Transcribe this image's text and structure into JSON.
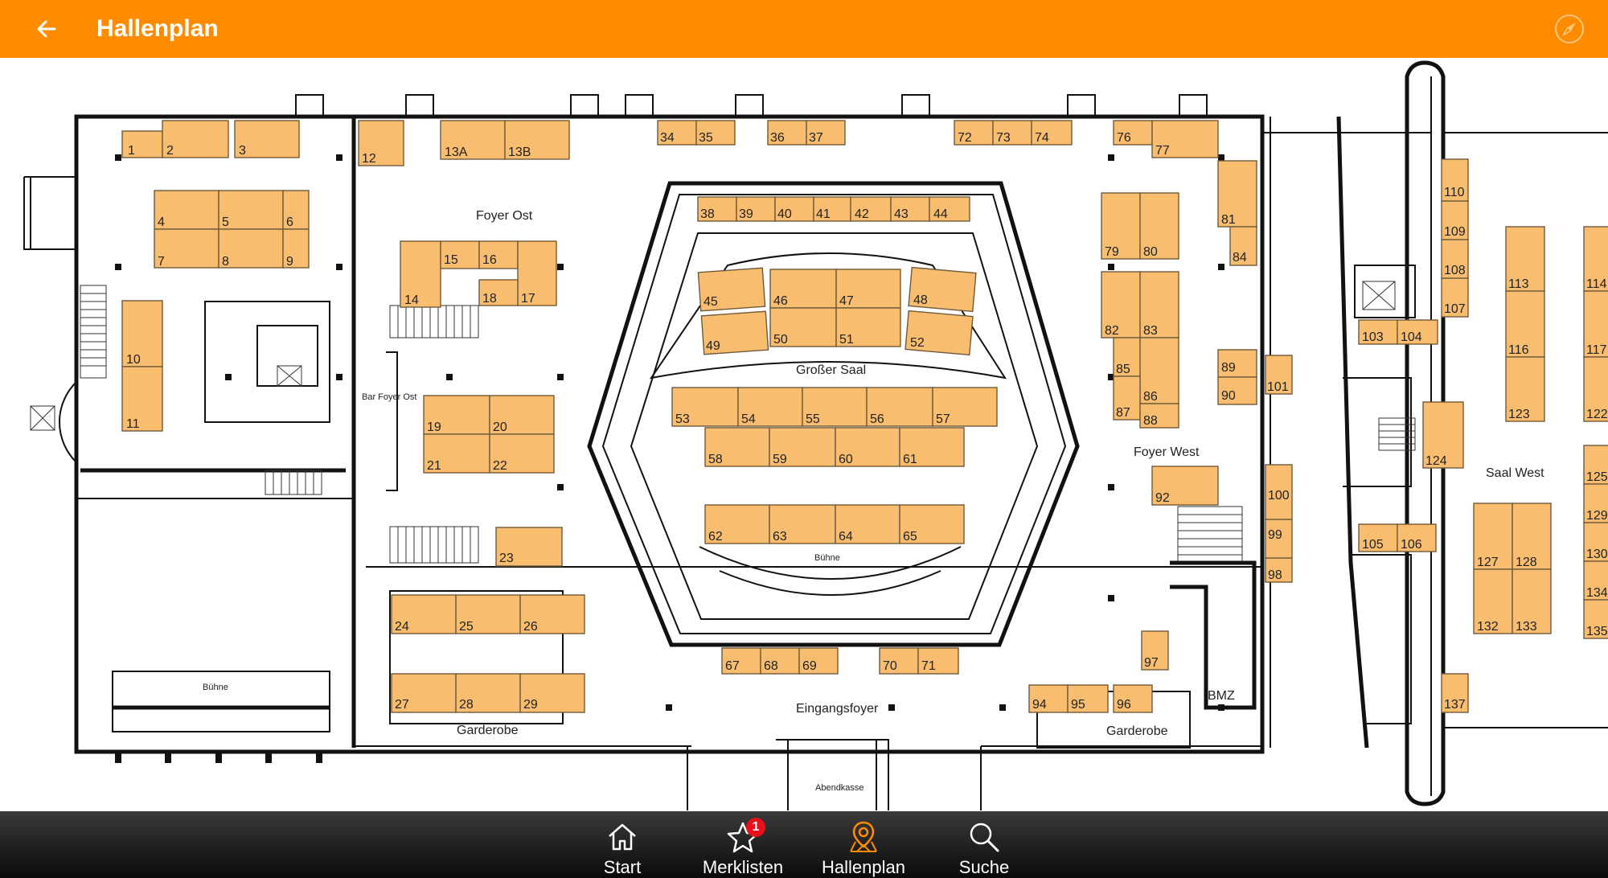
{
  "header": {
    "title": "Hallenplan",
    "back_icon": "arrow-left-icon",
    "compass_icon": "compass-icon"
  },
  "colors": {
    "brand": "#ff8c00",
    "booth": "#f9bd70",
    "badge": "#e8101a"
  },
  "map": {
    "areas": {
      "foyer_ost": "Foyer Ost",
      "bar_foyer_ost": "Bar Foyer Ost",
      "grosser_saal": "Großer Saal",
      "buehne_center": "Bühne",
      "foyer_west": "Foyer West",
      "saal_west": "Saal West",
      "buehne_left": "Bühne",
      "garderobe_left": "Garderobe",
      "eingangsfoyer": "Eingangsfoyer",
      "garderobe_right": "Garderobe",
      "abendkasse": "Abendkasse",
      "bmz": "BMZ"
    },
    "booths": [
      {
        "id": "b1",
        "label": "1"
      },
      {
        "id": "b2",
        "label": "2"
      },
      {
        "id": "b3",
        "label": "3"
      },
      {
        "id": "b4",
        "label": "4"
      },
      {
        "id": "b5",
        "label": "5"
      },
      {
        "id": "b6",
        "label": "6"
      },
      {
        "id": "b7",
        "label": "7"
      },
      {
        "id": "b8",
        "label": "8"
      },
      {
        "id": "b9",
        "label": "9"
      },
      {
        "id": "b10",
        "label": "10"
      },
      {
        "id": "b11",
        "label": "11"
      },
      {
        "id": "b12",
        "label": "12"
      },
      {
        "id": "b13a",
        "label": "13A"
      },
      {
        "id": "b13b",
        "label": "13B"
      },
      {
        "id": "b14",
        "label": "14"
      },
      {
        "id": "b15",
        "label": "15"
      },
      {
        "id": "b16",
        "label": "16"
      },
      {
        "id": "b17",
        "label": "17"
      },
      {
        "id": "b18",
        "label": "18"
      },
      {
        "id": "b19",
        "label": "19"
      },
      {
        "id": "b20",
        "label": "20"
      },
      {
        "id": "b21",
        "label": "21"
      },
      {
        "id": "b22",
        "label": "22"
      },
      {
        "id": "b23",
        "label": "23"
      },
      {
        "id": "b24",
        "label": "24"
      },
      {
        "id": "b25",
        "label": "25"
      },
      {
        "id": "b26",
        "label": "26"
      },
      {
        "id": "b27",
        "label": "27"
      },
      {
        "id": "b28",
        "label": "28"
      },
      {
        "id": "b29",
        "label": "29"
      },
      {
        "id": "b34",
        "label": "34"
      },
      {
        "id": "b35",
        "label": "35"
      },
      {
        "id": "b36",
        "label": "36"
      },
      {
        "id": "b37",
        "label": "37"
      },
      {
        "id": "b38",
        "label": "38"
      },
      {
        "id": "b39",
        "label": "39"
      },
      {
        "id": "b40",
        "label": "40"
      },
      {
        "id": "b41",
        "label": "41"
      },
      {
        "id": "b42",
        "label": "42"
      },
      {
        "id": "b43",
        "label": "43"
      },
      {
        "id": "b44",
        "label": "44"
      },
      {
        "id": "b45",
        "label": "45"
      },
      {
        "id": "b46",
        "label": "46"
      },
      {
        "id": "b47",
        "label": "47"
      },
      {
        "id": "b48",
        "label": "48"
      },
      {
        "id": "b49",
        "label": "49"
      },
      {
        "id": "b50",
        "label": "50"
      },
      {
        "id": "b51",
        "label": "51"
      },
      {
        "id": "b52",
        "label": "52"
      },
      {
        "id": "b53",
        "label": "53"
      },
      {
        "id": "b54",
        "label": "54"
      },
      {
        "id": "b55",
        "label": "55"
      },
      {
        "id": "b56",
        "label": "56"
      },
      {
        "id": "b57",
        "label": "57"
      },
      {
        "id": "b58",
        "label": "58"
      },
      {
        "id": "b59",
        "label": "59"
      },
      {
        "id": "b60",
        "label": "60"
      },
      {
        "id": "b61",
        "label": "61"
      },
      {
        "id": "b62",
        "label": "62"
      },
      {
        "id": "b63",
        "label": "63"
      },
      {
        "id": "b64",
        "label": "64"
      },
      {
        "id": "b65",
        "label": "65"
      },
      {
        "id": "b67",
        "label": "67"
      },
      {
        "id": "b68",
        "label": "68"
      },
      {
        "id": "b69",
        "label": "69"
      },
      {
        "id": "b70",
        "label": "70"
      },
      {
        "id": "b71",
        "label": "71"
      },
      {
        "id": "b72",
        "label": "72"
      },
      {
        "id": "b73",
        "label": "73"
      },
      {
        "id": "b74",
        "label": "74"
      },
      {
        "id": "b76",
        "label": "76"
      },
      {
        "id": "b77",
        "label": "77"
      },
      {
        "id": "b79",
        "label": "79"
      },
      {
        "id": "b80",
        "label": "80"
      },
      {
        "id": "b81",
        "label": "81"
      },
      {
        "id": "b82",
        "label": "82"
      },
      {
        "id": "b83",
        "label": "83"
      },
      {
        "id": "b84",
        "label": "84"
      },
      {
        "id": "b85",
        "label": "85"
      },
      {
        "id": "b86",
        "label": "86"
      },
      {
        "id": "b87",
        "label": "87"
      },
      {
        "id": "b88",
        "label": "88"
      },
      {
        "id": "b89",
        "label": "89"
      },
      {
        "id": "b90",
        "label": "90"
      },
      {
        "id": "b92",
        "label": "92"
      },
      {
        "id": "b94",
        "label": "94"
      },
      {
        "id": "b95",
        "label": "95"
      },
      {
        "id": "b96",
        "label": "96"
      },
      {
        "id": "b97",
        "label": "97"
      },
      {
        "id": "b98",
        "label": "98"
      },
      {
        "id": "b99",
        "label": "99"
      },
      {
        "id": "b100",
        "label": "100"
      },
      {
        "id": "b101",
        "label": "101"
      },
      {
        "id": "b103",
        "label": "103"
      },
      {
        "id": "b104",
        "label": "104"
      },
      {
        "id": "b105",
        "label": "105"
      },
      {
        "id": "b106",
        "label": "106"
      },
      {
        "id": "b107",
        "label": "107"
      },
      {
        "id": "b108",
        "label": "108"
      },
      {
        "id": "b109",
        "label": "109"
      },
      {
        "id": "b110",
        "label": "110"
      },
      {
        "id": "b113",
        "label": "113"
      },
      {
        "id": "b114",
        "label": "114"
      },
      {
        "id": "b116",
        "label": "116"
      },
      {
        "id": "b117",
        "label": "117"
      },
      {
        "id": "b122",
        "label": "122"
      },
      {
        "id": "b123",
        "label": "123"
      },
      {
        "id": "b124",
        "label": "124"
      },
      {
        "id": "b125",
        "label": "125"
      },
      {
        "id": "b127",
        "label": "127"
      },
      {
        "id": "b128",
        "label": "128"
      },
      {
        "id": "b129",
        "label": "129"
      },
      {
        "id": "b130",
        "label": "130"
      },
      {
        "id": "b132",
        "label": "132"
      },
      {
        "id": "b133",
        "label": "133"
      },
      {
        "id": "b134",
        "label": "134"
      },
      {
        "id": "b135",
        "label": "135"
      },
      {
        "id": "b137",
        "label": "137"
      }
    ]
  },
  "bottom_nav": {
    "start": {
      "label": "Start",
      "icon": "home-icon"
    },
    "merklisten": {
      "label": "Merklisten",
      "icon": "star-icon",
      "badge": "1"
    },
    "hallenplan": {
      "label": "Hallenplan",
      "icon": "map-pin-icon",
      "active_color": "#ff8c00"
    },
    "suche": {
      "label": "Suche",
      "icon": "search-icon"
    }
  }
}
